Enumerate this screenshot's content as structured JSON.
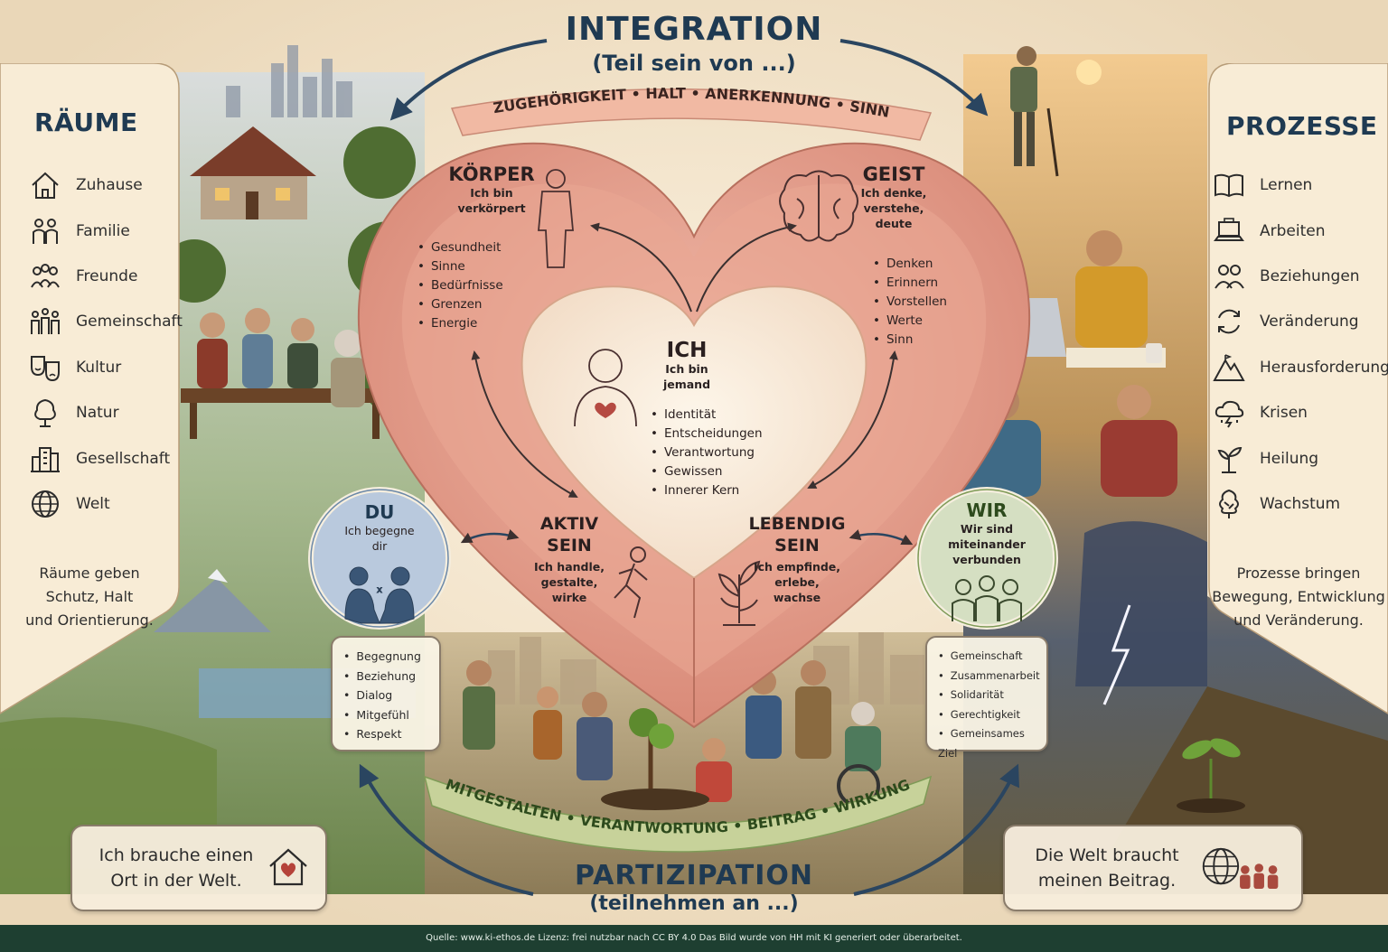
{
  "header": {
    "title": "INTEGRATION",
    "subtitle": "(Teil sein von ...)",
    "arc_words": "ZUGEHÖRIGKEIT  •  HALT  •  ANERKENNUNG  •  SINN"
  },
  "footer_title": {
    "title": "PARTIZIPATION",
    "subtitle": "(teilnehmen an ...)",
    "arc_words": "MITGESTALTEN  •  VERANTWORTUNG  •  BEITRAG  •  WIRKUNG"
  },
  "left_panel": {
    "title": "RÄUME",
    "items": [
      {
        "label": "Zuhause",
        "icon": "house-icon"
      },
      {
        "label": "Familie",
        "icon": "family-icon"
      },
      {
        "label": "Freunde",
        "icon": "friends-icon"
      },
      {
        "label": "Gemeinschaft",
        "icon": "community-icon"
      },
      {
        "label": "Kultur",
        "icon": "theater-masks-icon"
      },
      {
        "label": "Natur",
        "icon": "tree-icon"
      },
      {
        "label": "Gesellschaft",
        "icon": "buildings-icon"
      },
      {
        "label": "Welt",
        "icon": "globe-icon"
      }
    ],
    "note_lines": [
      "Räume geben",
      "Schutz, Halt",
      "und Orientierung."
    ]
  },
  "right_panel": {
    "title": "PROZESSE",
    "items": [
      {
        "label": "Lernen",
        "icon": "book-icon"
      },
      {
        "label": "Arbeiten",
        "icon": "laptop-icon"
      },
      {
        "label": "Beziehungen",
        "icon": "people-icon"
      },
      {
        "label": "Veränderung",
        "icon": "cycle-icon"
      },
      {
        "label": "Herausforderungen",
        "icon": "mountain-icon"
      },
      {
        "label": "Krisen",
        "icon": "storm-cloud-icon"
      },
      {
        "label": "Heilung",
        "icon": "sprout-icon"
      },
      {
        "label": "Wachstum",
        "icon": "tree-growth-icon"
      }
    ],
    "note_lines": [
      "Prozesse bringen",
      "Bewegung, Entwicklung",
      "und Veränderung."
    ]
  },
  "heart": {
    "koerper": {
      "title": "KÖRPER",
      "sub_lines": [
        "Ich bin",
        "verkörpert"
      ],
      "items": [
        "Gesundheit",
        "Sinne",
        "Bedürfnisse",
        "Grenzen",
        "Energie"
      ]
    },
    "geist": {
      "title": "GEIST",
      "sub_lines": [
        "Ich denke,",
        "verstehe,",
        "deute"
      ],
      "items": [
        "Denken",
        "Erinnern",
        "Vorstellen",
        "Werte",
        "Sinn"
      ]
    },
    "ich": {
      "title": "ICH",
      "sub_lines": [
        "Ich bin",
        "jemand"
      ],
      "items": [
        "Identität",
        "Entscheidungen",
        "Verantwortung",
        "Gewissen",
        "Innerer Kern"
      ]
    },
    "aktiv": {
      "title_lines": [
        "AKTIV",
        "SEIN"
      ],
      "sub_lines": [
        "Ich handle,",
        "gestalte,",
        "wirke"
      ]
    },
    "lebendig": {
      "title_lines": [
        "LEBENDIG",
        "SEIN"
      ],
      "sub_lines": [
        "Ich empfinde,",
        "erlebe,",
        "wachse"
      ]
    }
  },
  "du": {
    "title": "DU",
    "sub_lines": [
      "Ich begegne",
      "dir"
    ],
    "items": [
      "Begegnung",
      "Beziehung",
      "Dialog",
      "Mitgefühl",
      "Respekt"
    ]
  },
  "wir": {
    "title": "WIR",
    "sub_lines": [
      "Wir sind",
      "miteinander",
      "verbunden"
    ],
    "items": [
      "Gemeinschaft",
      "Zusammenarbeit",
      "Solidarität",
      "Gerechtigkeit",
      "Gemeinsames Ziel"
    ]
  },
  "bottom_left": {
    "lines": [
      "Ich brauche einen",
      "Ort in der Welt."
    ],
    "icon": "house-heart-icon"
  },
  "bottom_right": {
    "lines": [
      "Die Welt braucht",
      "meinen Beitrag."
    ],
    "icon": "globe-people-icon"
  },
  "credit": "Quelle: www.ki-ethos.de Lizenz: frei nutzbar nach CC BY 4.0 Das Bild wurde von HH mit KI generiert oder überarbeitet.",
  "colors": {
    "navy": "#1f3a52",
    "heart_outer": "#e7a596",
    "heart_inner": "#f7e6d4",
    "green_band": "#7f9b57",
    "du_circle": "#b9c9dd",
    "wir_circle": "#d5dfc2"
  }
}
